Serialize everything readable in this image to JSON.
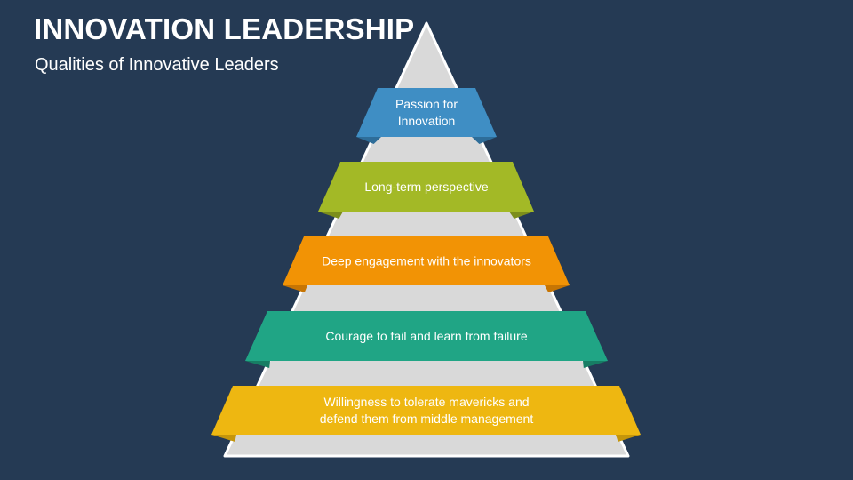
{
  "header": {
    "title": "INNOVATION LEADERSHIP",
    "subtitle": "Qualities of Innovative Leaders"
  },
  "colors": {
    "background": "#253a54",
    "pyramid_fill": "#d9d9d9",
    "pyramid_stroke": "#ffffff"
  },
  "tiers": [
    {
      "lines": [
        "Passion for",
        "Innovation"
      ],
      "color": "#3f8ec4",
      "fold_color": "#2e6d99"
    },
    {
      "lines": [
        "Long-term perspective"
      ],
      "color": "#a3b926",
      "fold_color": "#7c8e1b"
    },
    {
      "lines": [
        "Deep engagement with the innovators"
      ],
      "color": "#f29305",
      "fold_color": "#c77503"
    },
    {
      "lines": [
        "Courage to fail and learn from failure"
      ],
      "color": "#20a585",
      "fold_color": "#177d64"
    },
    {
      "lines": [
        "Willingness to tolerate mavericks and",
        "defend them from middle management"
      ],
      "color": "#eeb711",
      "fold_color": "#c4950b"
    }
  ]
}
